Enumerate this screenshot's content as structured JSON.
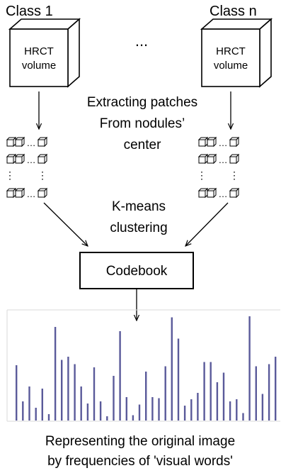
{
  "class_left": {
    "title": "Class 1",
    "volume_line1": "HRCT",
    "volume_line2": "volume"
  },
  "class_right": {
    "title": "Class n",
    "volume_line1": "HRCT",
    "volume_line2": "volume"
  },
  "top_ellipsis": "...",
  "patch_step": {
    "line1": "Extracting patches",
    "line2": "From nodules’",
    "line3": "center"
  },
  "patch_grid_symbols": {
    "h_ellipsis": "…",
    "v_ellipsis": "⋮"
  },
  "kmeans_step": {
    "line1": "K-means",
    "line2": "clustering"
  },
  "codebook_label": "Codebook",
  "histogram": {
    "bar_color": "#5a5a9a",
    "bar_heights": [
      0.52,
      0.18,
      0.32,
      0.12,
      0.3,
      0.06,
      0.88,
      0.57,
      0.6,
      0.53,
      0.32,
      0.16,
      0.5,
      0.18,
      0.04,
      0.42,
      0.84,
      0.22,
      0.05,
      0.15,
      0.46,
      0.22,
      0.21,
      0.51,
      0.97,
      0.77,
      0.14,
      0.2,
      0.26,
      0.55,
      0.55,
      0.36,
      0.45,
      0.18,
      0.2,
      0.07,
      0.98,
      0.51,
      0.25,
      0.53,
      0.6
    ]
  },
  "caption": {
    "line1": "Representing the original image",
    "line2": "by frequencies of 'visual words'"
  }
}
